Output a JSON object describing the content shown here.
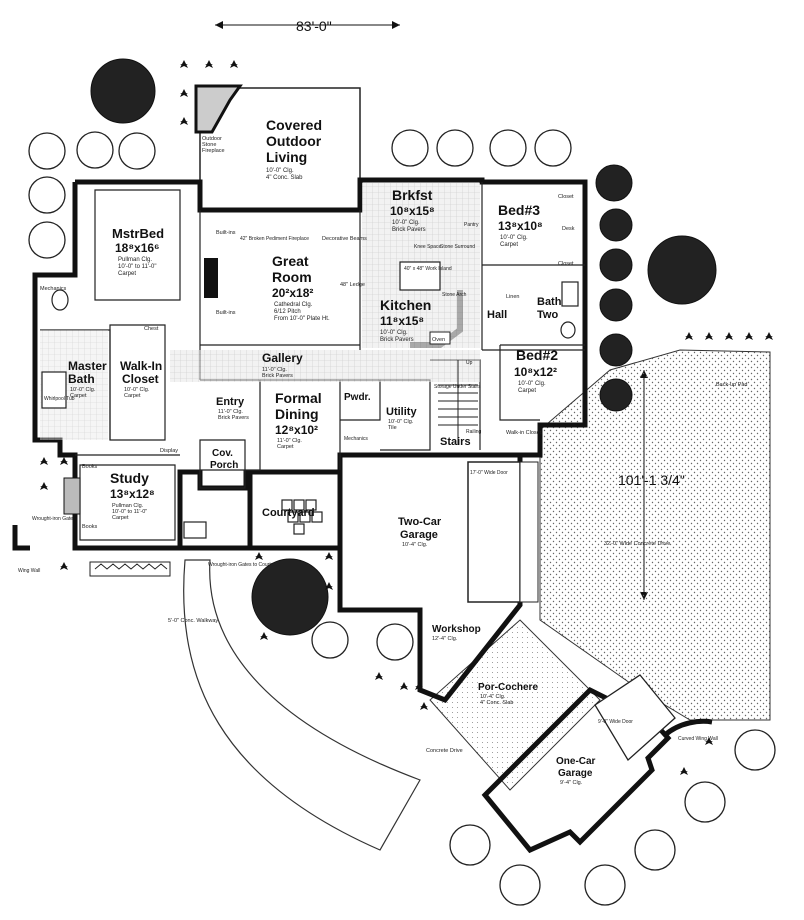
{
  "dimensions": {
    "width_overall": "83'-0\"",
    "depth_overall": "101'-1 3/4\""
  },
  "rooms": {
    "covered_outdoor_living": {
      "title1": "Covered",
      "title2": "Outdoor",
      "title3": "Living",
      "note1": "10'-0\" Clg.",
      "note2": "4\" Conc. Slab"
    },
    "fireplace_note": {
      "l1": "Outdoor",
      "l2": "Stone",
      "l3": "Fireplace"
    },
    "master_bed": {
      "title": "MstrBed",
      "size": "18⁸x16⁶",
      "note1": "Pullman Clg.",
      "note2": "10'-0\" to 11'-0\"",
      "note3": "Carpet"
    },
    "great_room": {
      "title1": "Great",
      "title2": "Room",
      "size": "20²x18²",
      "note1": "Cathedral Clg.",
      "note2": "6/12 Pitch",
      "note3": "From 10'-0\" Plate Ht."
    },
    "brkfst": {
      "title": "Brkfst",
      "size": "10⁸x15⁸",
      "note1": "10'-0\" Clg.",
      "note2": "Brick Pavers"
    },
    "kitchen": {
      "title": "Kitchen",
      "size": "11⁸x15⁸",
      "note1": "10'-0\" Clg.",
      "note2": "Brick Pavers"
    },
    "bed3": {
      "title": "Bed#3",
      "size": "13⁸x10⁸",
      "note1": "10'-0\" Clg.",
      "note2": "Carpet"
    },
    "bath_two": {
      "title1": "Bath",
      "title2": "Two"
    },
    "hall": {
      "title": "Hall"
    },
    "bed2": {
      "title": "Bed#2",
      "size": "10⁸x12²",
      "note1": "10'-0\" Clg.",
      "note2": "Carpet"
    },
    "master_bath": {
      "title1": "Master",
      "title2": "Bath",
      "note1": "10'-0\" Clg.",
      "note2": "Carpet"
    },
    "walk_in_closet": {
      "title1": "Walk-In",
      "title2": "Closet",
      "note1": "10'-0\" Clg.",
      "note2": "Carpet"
    },
    "gallery": {
      "title": "Gallery",
      "note1": "11'-0\" Clg.",
      "note2": "Brick Pavers"
    },
    "entry": {
      "title": "Entry",
      "note1": "11'-0\" Clg.",
      "note2": "Brick Pavers"
    },
    "formal_dining": {
      "title1": "Formal",
      "title2": "Dining",
      "size": "12⁸x10²",
      "note1": "11'-0\" Clg.",
      "note2": "Carpet"
    },
    "pwdr": {
      "title": "Pwdr."
    },
    "utility": {
      "title": "Utility",
      "note1": "10'-0\" Clg.",
      "note2": "Tile"
    },
    "stairs": {
      "title": "Stairs"
    },
    "study": {
      "title": "Study",
      "size": "13⁸x12⁸",
      "note1": "Pullman Clg.",
      "note2": "10'-0\" to 11'-0\"",
      "note3": "Carpet"
    },
    "cov_porch": {
      "title1": "Cov.",
      "title2": "Porch"
    },
    "courtyard": {
      "title": "Courtyard"
    },
    "two_car_garage": {
      "title1": "Two-Car",
      "title2": "Garage",
      "note1": "10'-4\" Clg."
    },
    "workshop": {
      "title": "Workshop",
      "note1": "12'-4\" Clg."
    },
    "por_cochere": {
      "title": "Por-Cochere",
      "note1": "10'-4\" Clg.",
      "note2": "4\" Conc. Slab"
    },
    "one_car_garage": {
      "title1": "One-Car",
      "title2": "Garage",
      "note1": "9'-4\" Clg."
    }
  },
  "labels": {
    "closet": "Closet",
    "desk": "Desk",
    "linen": "Linen",
    "pantry": "Pantry",
    "mechanics": "Mechanics",
    "display": "Display",
    "books": "Books",
    "built_ins": "Built-ins",
    "built_ins2": "Built-ins",
    "broken_pediment": "42\" Broken Pediment Fireplace",
    "decorative_beams": "Decorative Beams",
    "ledge": "48\" Ledge",
    "knee_space": "Knee Space",
    "stone_surround": "Stone Surround",
    "stone_arch": "Stone Arch",
    "island": "40\" x 48\" Work Island",
    "oven": "Oven",
    "wood_gate": "Wrought-iron Gate",
    "wing_wall": "Wing Wall",
    "curved_wing_wall": "Curved Wing Wall",
    "wrought_gates": "Wrought-iron Gates to Courtyard",
    "walkway": "5'-0\" Conc. Walkway",
    "concrete_drive": "Concrete Drive",
    "wide_drive": "32'-0\" Wide Concrete Drive",
    "backup_pad": "Back-up Pad",
    "door_17": "17'-0\" Wide Door",
    "door_9": "9'-0\" Wide Door",
    "storage": "Storage Under Stairs",
    "railing": "Railing",
    "walkin_closet": "Walk-in Closet",
    "up": "Up",
    "chest": "Chest",
    "wh_tub": "Whirlpool Tub"
  }
}
